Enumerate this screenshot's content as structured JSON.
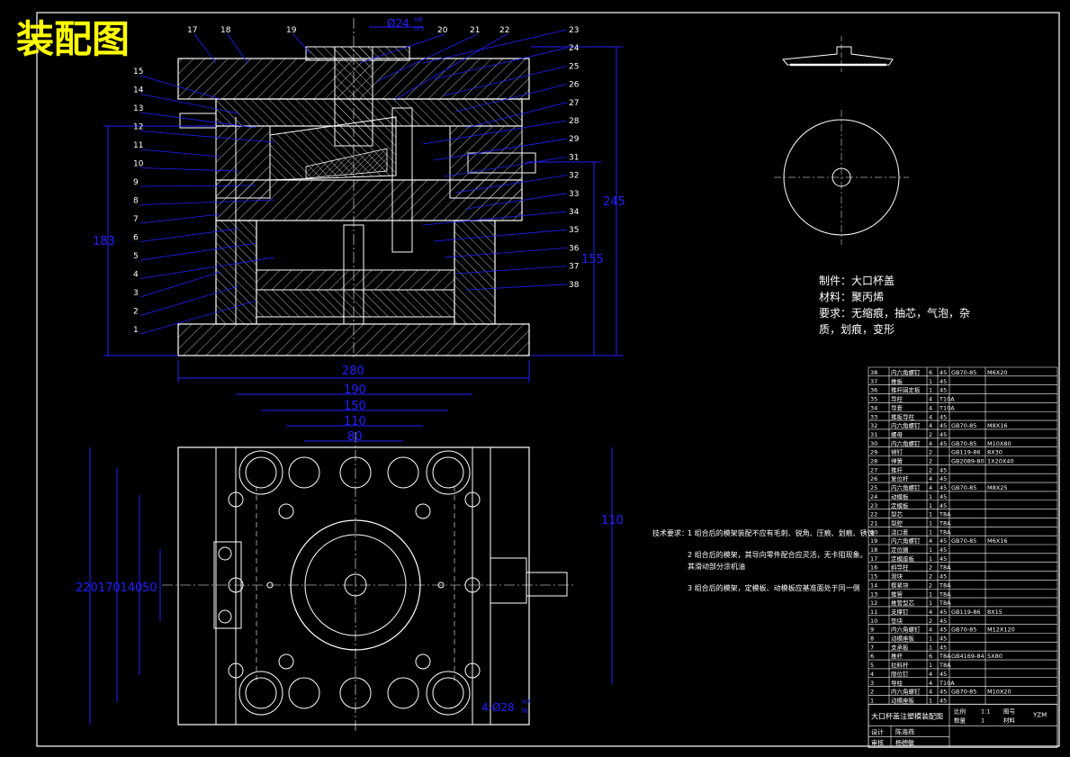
{
  "title": "装配图",
  "top_view": {
    "dims": {
      "d24": "Ø24",
      "fit_top": "H6",
      "fit_bot": "m5",
      "h183": "183",
      "h245": "245",
      "h155": "155",
      "w280": "280"
    },
    "balloons_left": [
      "17",
      "18",
      "19",
      "20",
      "21",
      "22",
      "15",
      "14",
      "13",
      "12",
      "11",
      "10",
      "9",
      "8",
      "7",
      "6",
      "5",
      "4",
      "3",
      "2",
      "1"
    ],
    "balloons_right": [
      "23",
      "24",
      "25",
      "26",
      "27",
      "28",
      "29",
      "31",
      "32",
      "33",
      "34",
      "35",
      "36",
      "37",
      "38"
    ]
  },
  "plan_view": {
    "dims": {
      "w190": "190",
      "w150": "150",
      "w110": "110",
      "w80": "80",
      "h110": "110",
      "left_stack": "220170140",
      "left_50": "50",
      "hole_note": "4-Ø28",
      "fit_top": "H7",
      "fit_bot": "f6"
    }
  },
  "part": {
    "line1": "制件：大口杯盖",
    "line2": "材料：聚丙烯",
    "line3": "要求：无缩痕，抽芯，气泡，杂",
    "line4": "质，划痕，变形"
  },
  "tech": {
    "heading": "技术要求：",
    "req1": "1 组合后的模架装配不应有毛刺、锐角、压痕、划痕、锈蚀",
    "req2a": "2 组合后的模架，其导向零件配合应灵活，无卡阻现象。",
    "req2b": "其滑动部分涂机油",
    "req3": "3 组合后的模架，定模板、动模板应基准面处于同一侧"
  },
  "bom": {
    "rows": [
      [
        "38",
        "内六角螺钉",
        "6",
        "45",
        "GB70-85",
        "M6X20"
      ],
      [
        "37",
        "推板",
        "1",
        "45",
        "",
        ""
      ],
      [
        "36",
        "推杆固定板",
        "1",
        "45",
        "",
        ""
      ],
      [
        "35",
        "导柱",
        "4",
        "T10A",
        "",
        ""
      ],
      [
        "34",
        "导套",
        "4",
        "T10A",
        "",
        ""
      ],
      [
        "33",
        "推板导柱",
        "4",
        "45",
        "",
        ""
      ],
      [
        "32",
        "内六角螺钉",
        "4",
        "45",
        "GB70-85",
        "M8X16"
      ],
      [
        "31",
        "螺母",
        "2",
        "45",
        "",
        ""
      ],
      [
        "30",
        "内六角螺钉",
        "4",
        "45",
        "GB70-85",
        "M10X80"
      ],
      [
        "29",
        "销钉",
        "2",
        "",
        "GB119-86",
        "8X30"
      ],
      [
        "28",
        "弹簧",
        "2",
        "",
        "GB2089-80",
        "1X20X40"
      ],
      [
        "27",
        "推杆",
        "2",
        "45",
        "",
        ""
      ],
      [
        "26",
        "复位杆",
        "4",
        "45",
        "",
        ""
      ],
      [
        "25",
        "内六角螺钉",
        "4",
        "45",
        "GB70-85",
        "M8X25"
      ],
      [
        "24",
        "动模板",
        "1",
        "45",
        "",
        ""
      ],
      [
        "23",
        "定模板",
        "1",
        "45",
        "",
        ""
      ],
      [
        "22",
        "型芯",
        "1",
        "T8A",
        "",
        ""
      ],
      [
        "21",
        "型腔",
        "1",
        "T8A",
        "",
        ""
      ],
      [
        "20",
        "浇口套",
        "1",
        "T8A",
        "",
        ""
      ],
      [
        "19",
        "内六角螺钉",
        "4",
        "45",
        "GB70-85",
        "M6X16"
      ],
      [
        "18",
        "定位圈",
        "1",
        "45",
        "",
        ""
      ],
      [
        "17",
        "定模座板",
        "1",
        "45",
        "",
        ""
      ],
      [
        "16",
        "斜导柱",
        "2",
        "T8A",
        "",
        ""
      ],
      [
        "15",
        "滑块",
        "2",
        "45",
        "",
        ""
      ],
      [
        "14",
        "楔紧块",
        "2",
        "T8A",
        "",
        ""
      ],
      [
        "13",
        "推管",
        "1",
        "T8A",
        "",
        ""
      ],
      [
        "12",
        "推管型芯",
        "1",
        "T8A",
        "",
        ""
      ],
      [
        "11",
        "支撑钉",
        "4",
        "45",
        "GB119-86",
        "8X15"
      ],
      [
        "10",
        "垫块",
        "2",
        "45",
        "",
        ""
      ],
      [
        "9",
        "内六角螺钉",
        "4",
        "45",
        "GB70-85",
        "M12X120"
      ],
      [
        "8",
        "动模座板",
        "1",
        "45",
        "",
        ""
      ],
      [
        "7",
        "支承板",
        "1",
        "45",
        "",
        ""
      ],
      [
        "6",
        "推杆",
        "6",
        "T8A",
        "GB4169-84",
        "5X80"
      ],
      [
        "5",
        "拉料杆",
        "1",
        "T8A",
        "",
        ""
      ],
      [
        "4",
        "限位钉",
        "4",
        "45",
        "",
        ""
      ],
      [
        "3",
        "导柱",
        "4",
        "T10A",
        "",
        ""
      ],
      [
        "2",
        "内六角螺钉",
        "4",
        "45",
        "GB70-85",
        "M10X20"
      ],
      [
        "1",
        "动模座板",
        "1",
        "45",
        "",
        ""
      ]
    ],
    "footer_title": "大口杯盖注塑模装配图",
    "footer_cells": [
      "比例",
      "1:1",
      "图号",
      "数量",
      "1",
      "材料"
    ],
    "footer_right": "YZM",
    "design": "设计",
    "designer": "陈海燕",
    "check": "审核",
    "checker": "杨德敏"
  },
  "colors": {
    "bg": "#000000",
    "yellow": "#ffff00",
    "blue": "#2020ff",
    "white": "#ffffff",
    "cyan": "#40c0ff",
    "green": "#00ff00"
  }
}
